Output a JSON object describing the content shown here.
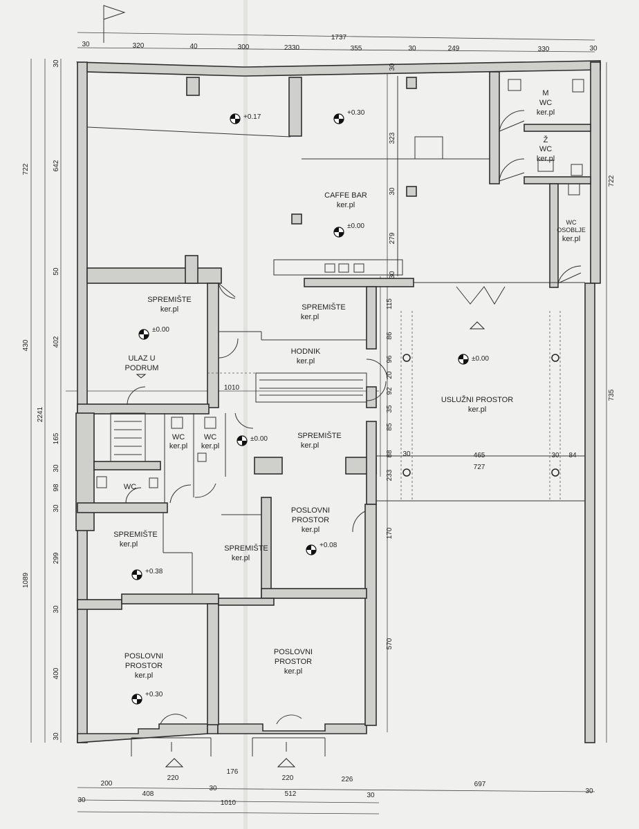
{
  "rooms": {
    "caffe_bar": {
      "name": "CAFFE BAR",
      "floor": "ker.pl",
      "level_top": "+0.30",
      "level": "±0.00"
    },
    "top_left_level": "+0.17",
    "wc_m": {
      "name1": "M",
      "name2": "WC",
      "floor": "ker.pl"
    },
    "wc_z": {
      "name1": "Ž",
      "name2": "WC",
      "floor": "ker.pl"
    },
    "wc_osoblje": {
      "name1": "WC",
      "name2": "OSOBLJE",
      "floor": "ker.pl"
    },
    "spremiste_left": {
      "name": "SPREMIŠTE",
      "floor": "ker.pl",
      "level": "±0.00"
    },
    "ulaz_podrum": {
      "name1": "ULAZ U",
      "name2": "PODRUM"
    },
    "spremiste_top": {
      "name": "SPREMIŠTE",
      "floor": "ker.pl"
    },
    "hodnik": {
      "name": "HODNIK",
      "floor": "ker.pl"
    },
    "usluzni": {
      "name": "USLUŽNI PROSTOR",
      "floor": "ker.pl",
      "level": "±0.00"
    },
    "wc1": {
      "name": "WC",
      "floor": "ker.pl"
    },
    "wc2": {
      "name": "WC",
      "floor": "ker.pl"
    },
    "spremiste_mid": {
      "name": "SPREMIŠTE",
      "floor": "ker.pl",
      "level": "±0.00"
    },
    "wc3": {
      "name": "WC"
    },
    "poslovni_mid": {
      "name1": "POSLOVNI",
      "name2": "PROSTOR",
      "floor": "ker.pl",
      "level": "+0.08"
    },
    "spremiste_low_left": {
      "name": "SPREMIŠTE",
      "floor": "ker.pl",
      "level": "+0.38"
    },
    "spremiste_low_mid": {
      "name": "SPREMIŠTE",
      "floor": "ker.pl"
    },
    "poslovni_bl": {
      "name1": "POSLOVNI",
      "name2": "PROSTOR",
      "floor": "ker.pl",
      "level": "+0.30"
    },
    "poslovni_bm": {
      "name1": "POSLOVNI",
      "name2": "PROSTOR",
      "floor": "ker.pl"
    }
  },
  "dims": {
    "top_total": "1737",
    "top_parts": [
      "30",
      "320",
      "40",
      "300",
      "2330",
      "355",
      "30",
      "249",
      "330",
      "30"
    ],
    "left_outer": [
      "722",
      "430",
      "2241",
      "1089"
    ],
    "left_inner": [
      "30",
      "642",
      "50",
      "402",
      "165",
      "30",
      "98",
      "30",
      "299",
      "30",
      "400",
      "30"
    ],
    "right": [
      "722",
      "735"
    ],
    "inner_top": [
      "30",
      "323",
      "30",
      "279",
      "30"
    ],
    "inner_mid": [
      "115",
      "86",
      "96",
      "20",
      "92",
      "35",
      "85",
      "88"
    ],
    "inner_low": [
      "233",
      "170",
      "570"
    ],
    "corridor": "1010",
    "usluzni_parts": [
      "30",
      "465",
      "30",
      "84"
    ],
    "usluzni_total": "727",
    "bottom1": [
      "200",
      "220",
      "176",
      "220",
      "226",
      "697"
    ],
    "bottom2": [
      "30",
      "408",
      "30",
      "512",
      "30",
      "30"
    ],
    "bottom_total": "1010"
  }
}
